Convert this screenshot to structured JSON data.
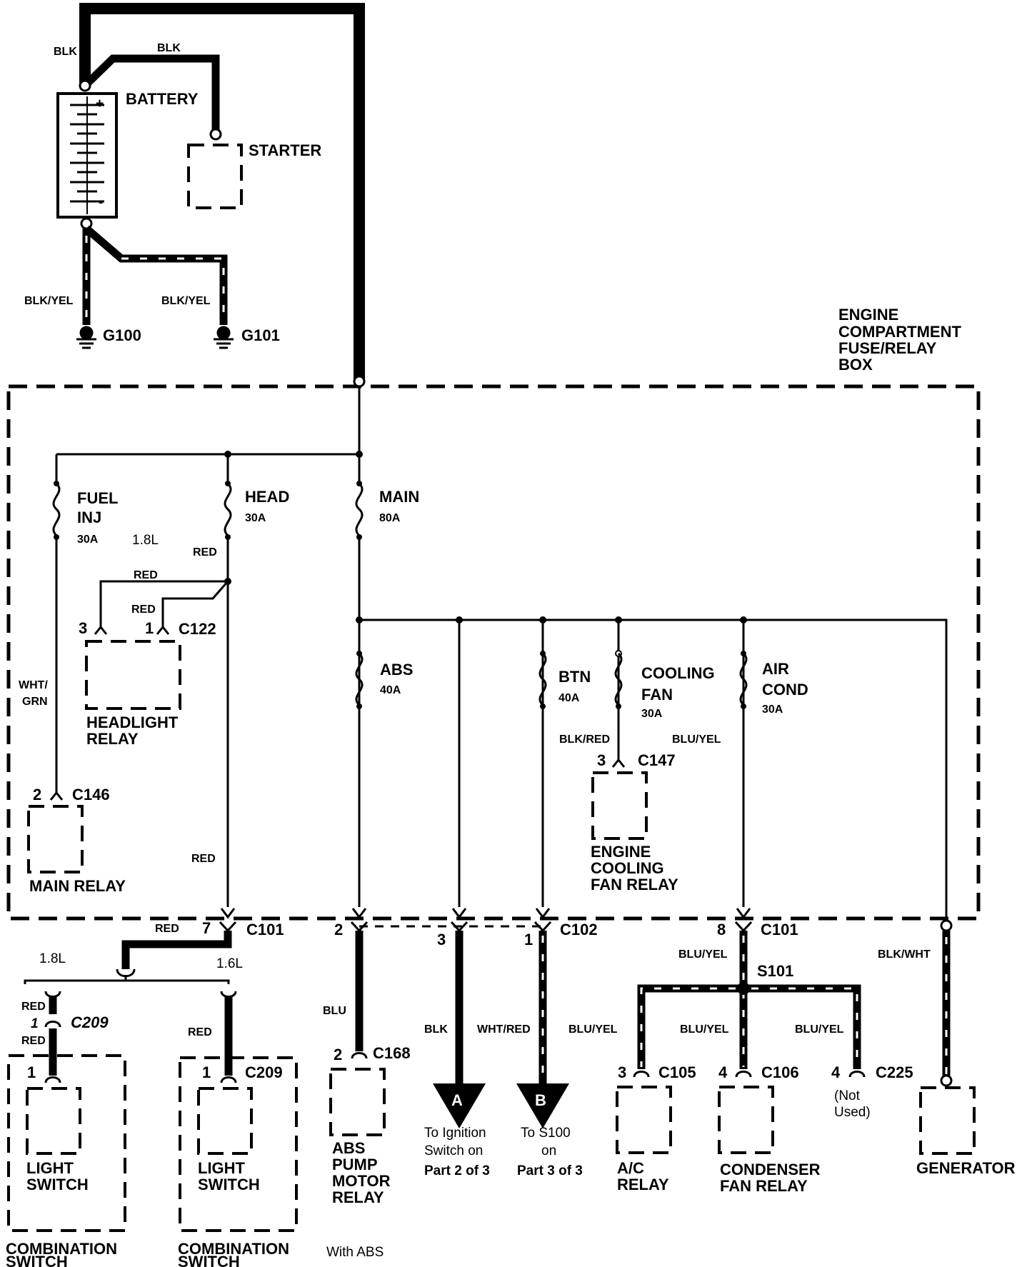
{
  "battery": {
    "label": "BATTERY",
    "plus": "+",
    "minus": "-"
  },
  "starter": {
    "label": "STARTER"
  },
  "wires": {
    "blk_1": "BLK",
    "blk_2": "BLK",
    "blkyel_1": "BLK/YEL",
    "blkyel_2": "BLK/YEL",
    "red_head": "RED",
    "red_relay_1": "RED",
    "red_relay_2": "RED",
    "whtgrn_1": "WHT/",
    "whtgrn_2": "GRN",
    "red_low": "RED",
    "blkred": "BLK/RED",
    "bluyel_cool": "BLU/YEL",
    "red_c101": "RED",
    "blu_abs": "BLU",
    "blk_a": "BLK",
    "whtred_b": "WHT/RED",
    "bluyel_c101": "BLU/YEL",
    "bluyel_left": "BLU/YEL",
    "bluyel_mid": "BLU/YEL",
    "bluyel_right": "BLU/YEL",
    "blkwht_gen": "BLK/WHT",
    "red_c209_top": "RED",
    "red_c209_bottom": "RED",
    "red_c209_right": "RED"
  },
  "grounds": {
    "g100": "G100",
    "g101": "G101"
  },
  "fusebox": {
    "line1": "ENGINE",
    "line2": "COMPARTMENT",
    "line3": "FUSE/RELAY",
    "line4": "BOX"
  },
  "fuses": {
    "fuel_inj": {
      "line1": "FUEL",
      "line2": "INJ",
      "rating": "30A"
    },
    "head": {
      "name": "HEAD",
      "rating": "30A"
    },
    "main": {
      "name": "MAIN",
      "rating": "80A"
    },
    "abs": {
      "name": "ABS",
      "rating": "40A"
    },
    "btn": {
      "name": "BTN",
      "rating": "40A"
    },
    "cooling_fan": {
      "line1": "COOLING",
      "line2": "FAN",
      "rating": "30A"
    },
    "air_cond": {
      "line1": "AIR",
      "line2": "COND",
      "rating": "30A"
    }
  },
  "engine_18l": "1.8L",
  "branch_18l": "1.8L",
  "branch_16l": "1.6L",
  "connectors": {
    "c122": {
      "name": "C122",
      "pin_a": "3",
      "pin_b": "1"
    },
    "c146": {
      "name": "C146",
      "pin": "2"
    },
    "c147": {
      "name": "C147",
      "pin": "3"
    },
    "c101_left": {
      "name": "C101",
      "pin": "7"
    },
    "c102": {
      "name": "C102",
      "pin_abs": "2",
      "pin_a": "3",
      "pin_b": "1"
    },
    "c101_right": {
      "name": "C101",
      "pin": "8"
    },
    "s101": {
      "name": "S101"
    },
    "c209_left": {
      "name": "C209",
      "pin_top": "1",
      "pin_bottom": "1"
    },
    "c209_right": {
      "name": "C209",
      "pin": "1"
    },
    "c168": {
      "name": "C168",
      "pin": "2"
    },
    "c105": {
      "name": "C105",
      "pin": "3"
    },
    "c106": {
      "name": "C106",
      "pin": "4"
    },
    "c225": {
      "name": "C225",
      "pin": "4",
      "note_1": "(Not",
      "note_2": "Used)"
    }
  },
  "components": {
    "headlight_relay": {
      "line1": "HEADLIGHT",
      "line2": "RELAY"
    },
    "main_relay": {
      "label": "MAIN RELAY"
    },
    "engine_cooling_fan_relay": {
      "line1": "ENGINE",
      "line2": "COOLING",
      "line3": "FAN RELAY"
    },
    "light_switch_left": {
      "line1": "LIGHT",
      "line2": "SWITCH"
    },
    "light_switch_right": {
      "line1": "LIGHT",
      "line2": "SWITCH"
    },
    "combination_switch_left": {
      "line1": "COMBINATION",
      "line2": "SWITCH"
    },
    "combination_switch_right": {
      "line1": "COMBINATION",
      "line2": "SWITCH"
    },
    "abs_relay": {
      "line1": "ABS",
      "line2": "PUMP",
      "line3": "MOTOR",
      "line4": "RELAY"
    },
    "ac_relay": {
      "line1": "A/C",
      "line2": "RELAY"
    },
    "condenser_fan_relay": {
      "line1": "CONDENSER",
      "line2": "FAN RELAY"
    },
    "generator": {
      "label": "GENERATOR"
    }
  },
  "references": {
    "a": {
      "letter": "A",
      "line1": "To Ignition",
      "line2": "Switch on",
      "line3": "Part 2 of 3"
    },
    "b": {
      "letter": "B",
      "line1": "To S100",
      "line2": "on",
      "line3": "Part 3 of 3"
    }
  },
  "with_abs": "With ABS"
}
